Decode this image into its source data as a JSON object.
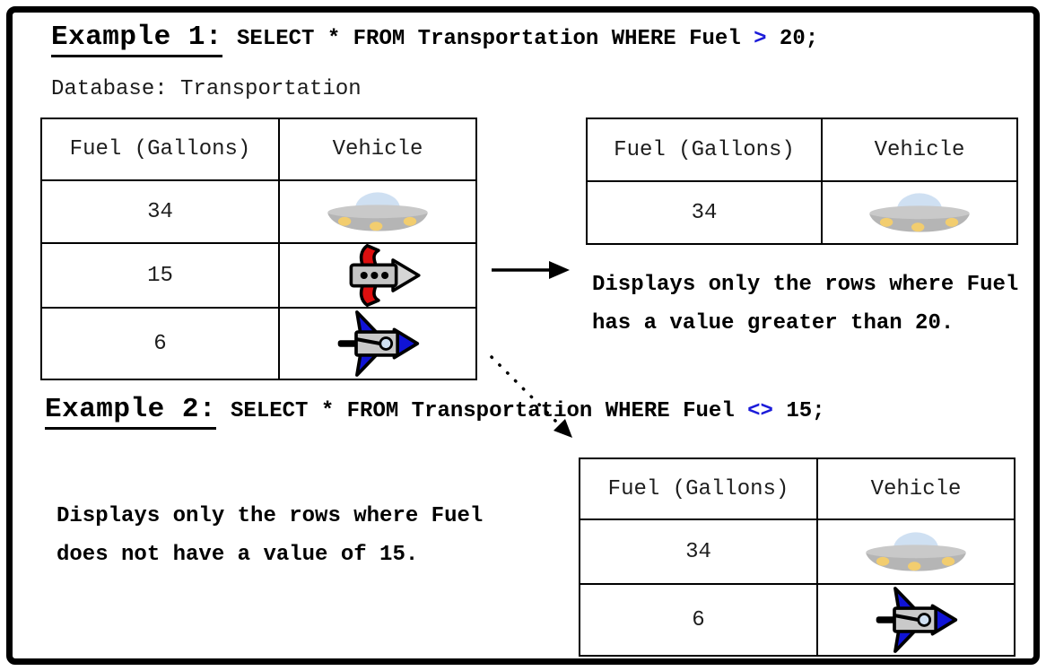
{
  "colors": {
    "operator_blue": "#1b1bd9"
  },
  "example1": {
    "heading": "Example 1:",
    "sql": {
      "before": "SELECT * FROM Transportation WHERE Fuel ",
      "operator": ">",
      "after": " 20;"
    },
    "database_label": "Database: Transportation",
    "source_table": {
      "headers": [
        "Fuel (Gallons)",
        "Vehicle"
      ],
      "rows": [
        {
          "fuel": "34",
          "vehicle": "ufo"
        },
        {
          "fuel": "15",
          "vehicle": "rocket"
        },
        {
          "fuel": "6",
          "vehicle": "shuttle"
        }
      ]
    },
    "result_table": {
      "headers": [
        "Fuel (Gallons)",
        "Vehicle"
      ],
      "rows": [
        {
          "fuel": "34",
          "vehicle": "ufo"
        }
      ]
    },
    "caption": {
      "line1": "Displays only the rows where Fuel",
      "line2": "has a value greater than 20."
    }
  },
  "example2": {
    "heading": "Example 2:",
    "sql": {
      "before": "SELECT * FROM Transportation WHERE Fuel ",
      "operator": "<>",
      "after": " 15;"
    },
    "result_table": {
      "headers": [
        "Fuel (Gallons)",
        "Vehicle"
      ],
      "rows": [
        {
          "fuel": "34",
          "vehicle": "ufo"
        },
        {
          "fuel": "6",
          "vehicle": "shuttle"
        }
      ]
    },
    "caption": {
      "line1": "Displays only the rows where Fuel",
      "line2": "does not have a value of 15."
    }
  }
}
